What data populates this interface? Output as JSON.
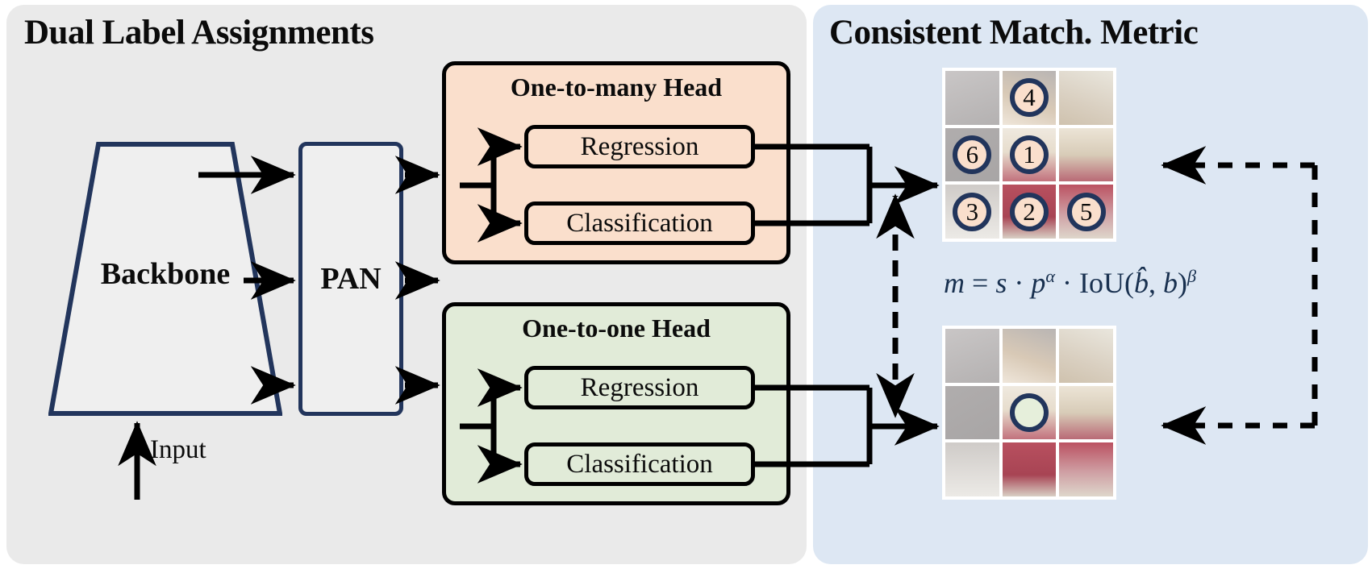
{
  "left_panel": {
    "title": "Dual Label Assignments"
  },
  "right_panel": {
    "title": "Consistent Match. Metric"
  },
  "pipeline": {
    "backbone_label": "Backbone",
    "pan_label": "PAN",
    "input_label": "Input"
  },
  "one_to_many_head": {
    "title": "One-to-many Head",
    "regression_label": "Regression",
    "classification_label": "Classification"
  },
  "one_to_one_head": {
    "title": "One-to-one Head",
    "regression_label": "Regression",
    "classification_label": "Classification"
  },
  "formula": {
    "text": "m = s · p^α · IoU(b̂, b)^β",
    "lhs": "m",
    "eq": "=",
    "s": "s",
    "dot1": "·",
    "p": "p",
    "alpha": "α",
    "dot2": "·",
    "iou": "IoU",
    "open": "(",
    "bhat": "b̂",
    "comma": ",",
    "b": "b",
    "close": ")",
    "beta": "β"
  },
  "grids": {
    "top": {
      "name": "one-to-many-assignment-grid",
      "cells": [
        "",
        "4",
        "",
        "6",
        "1",
        "",
        "3",
        "2",
        "5"
      ]
    },
    "bottom": {
      "name": "one-to-one-assignment-grid",
      "cells": [
        "",
        "",
        "",
        "",
        "",
        "",
        "",
        "",
        ""
      ],
      "highlight_index": 4
    }
  },
  "colors": {
    "left_panel_bg": "#eaeaea",
    "right_panel_bg": "#dde7f3",
    "one_to_many_bg": "#fadfcc",
    "one_to_one_bg": "#e1ebd8",
    "navy": "#22355c",
    "line": "#000000"
  }
}
